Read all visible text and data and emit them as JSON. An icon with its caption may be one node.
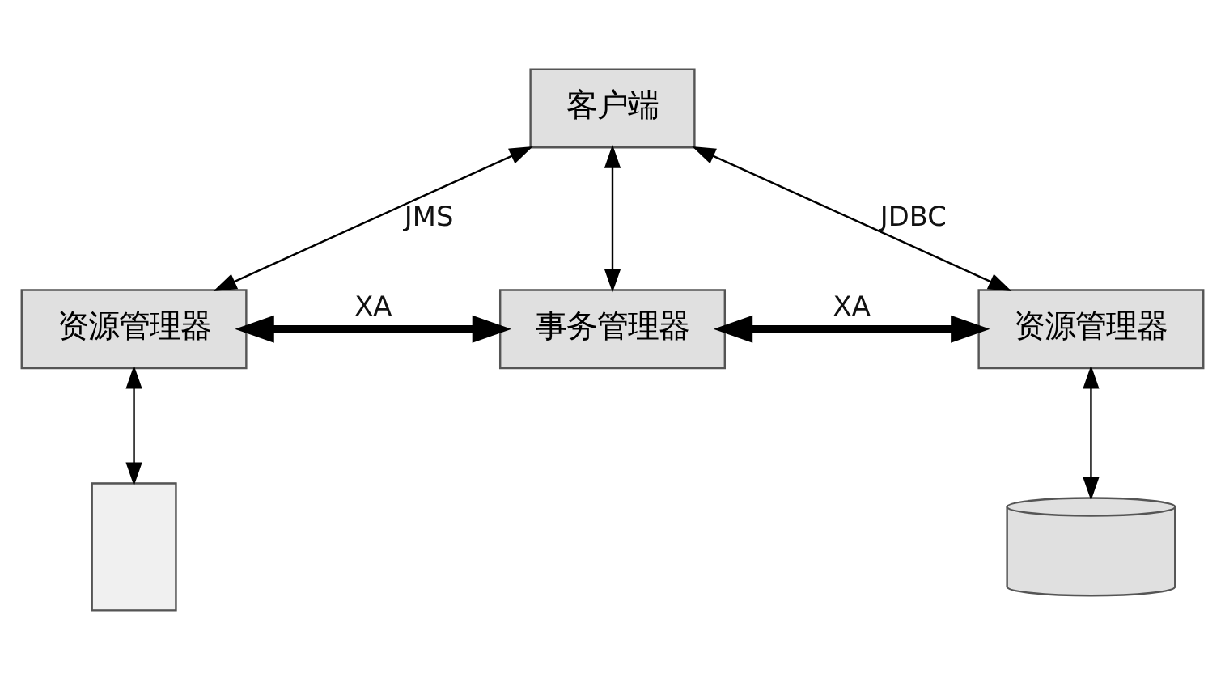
{
  "diagram": {
    "nodes": [
      {
        "text": [
          "客户端"
        ]
      },
      {
        "text": [
          "资源管理器"
        ]
      },
      {
        "text": [
          "事务管理器"
        ]
      },
      {
        "text": [
          "资源管理器"
        ]
      },
      {
        "text": [],
        "shape": "box"
      },
      {
        "text": [],
        "shape": "cylinder"
      }
    ],
    "edges": [
      {
        "from": 0,
        "to": 1,
        "arrow": "both",
        "label": "JMS"
      },
      {
        "from": 0,
        "to": 2,
        "arrow": "both"
      },
      {
        "from": 0,
        "to": 3,
        "arrow": "both",
        "label": "JDBC"
      },
      {
        "from": 1,
        "to": 2,
        "arrow": "both",
        "label": "XA",
        "style": "thick"
      },
      {
        "from": 2,
        "to": 3,
        "arrow": "both",
        "label": "XA",
        "style": "thick"
      },
      {
        "from": 1,
        "to": 4,
        "arrow": "both"
      },
      {
        "from": 3,
        "to": 5,
        "arrow": "both"
      }
    ]
  }
}
